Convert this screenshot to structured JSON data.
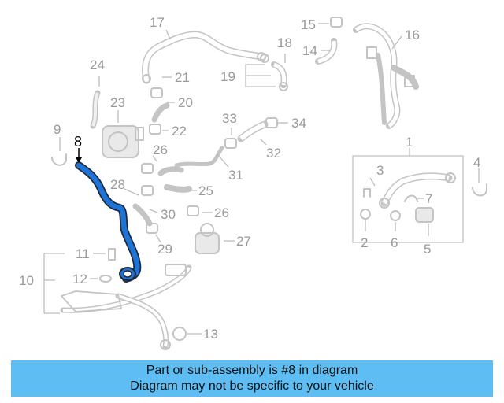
{
  "highlight_color": "#1e73d6",
  "muted_color": "#c4c4c4",
  "banner_color": "#5ebdf3",
  "labels": {
    "n1": "1",
    "n2": "2",
    "n3": "3",
    "n4": "4",
    "n5": "5",
    "n6": "6",
    "n7": "7",
    "n8": "8",
    "n9": "9",
    "n10": "10",
    "n11": "11",
    "n12": "12",
    "n13": "13",
    "n14": "14",
    "n15": "15",
    "n16": "16",
    "n17": "17",
    "n18": "18",
    "n19": "19",
    "n20": "20",
    "n21": "21",
    "n22": "22",
    "n23": "23",
    "n24": "24",
    "n25": "25",
    "n26a": "26",
    "n26b": "26",
    "n27": "27",
    "n28": "28",
    "n29": "29",
    "n30": "30",
    "n31": "31",
    "n32": "32",
    "n33": "33",
    "n34": "34"
  },
  "banner": {
    "line1": "Part or sub-assembly is #8 in diagram",
    "line2": "Diagram may not be specific to your vehicle"
  }
}
